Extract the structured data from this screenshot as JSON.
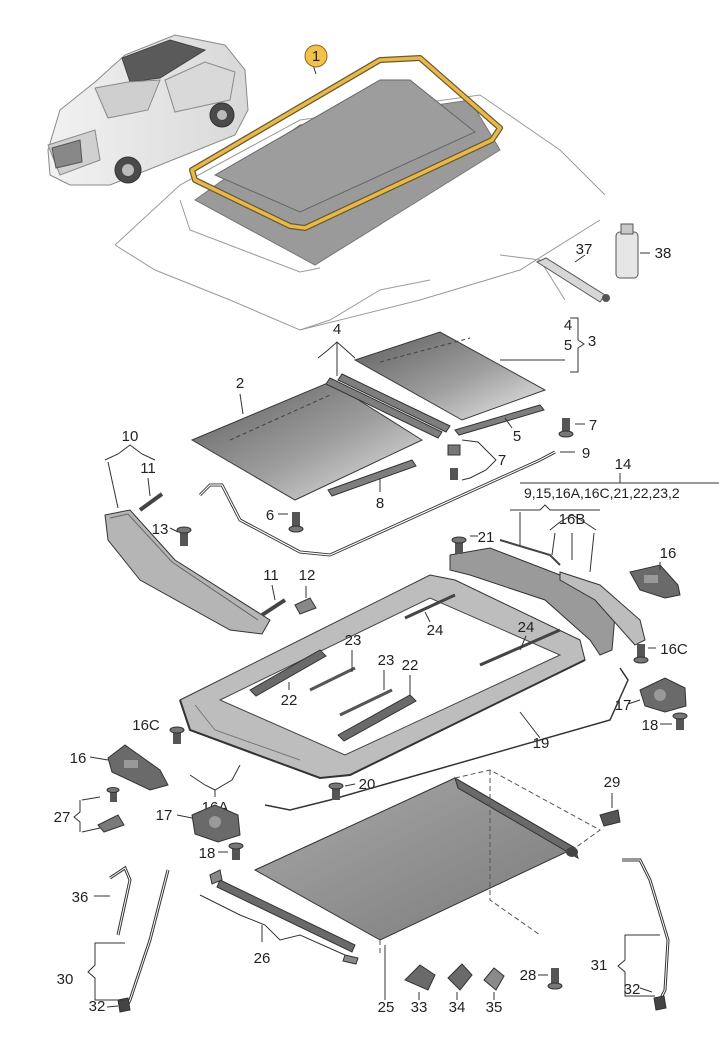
{
  "labels": {
    "l1": "1",
    "l2": "2",
    "l3": "3",
    "l4a": "4",
    "l4b": "4",
    "l5a": "5",
    "l5b": "5",
    "l6": "6",
    "l7a": "7",
    "l7b": "7",
    "l8": "8",
    "l9": "9",
    "l10": "10",
    "l11a": "11",
    "l11b": "11",
    "l12": "12",
    "l13": "13",
    "l14": "14",
    "l14sub": "9,15,16A,16C,21,22,23,2",
    "l16a_top": "16",
    "l16b": "16B",
    "l16c_a": "16C",
    "l16c_b": "16C",
    "l16A": "16A",
    "l16_left": "16",
    "l17a": "17",
    "l17b": "17",
    "l18a": "18",
    "l18b": "18",
    "l19": "19",
    "l20": "20",
    "l21": "21",
    "l22a": "22",
    "l22b": "22",
    "l23a": "23",
    "l23b": "23",
    "l24a": "24",
    "l24b": "24",
    "l25": "25",
    "l26": "26",
    "l27": "27",
    "l28": "28",
    "l29": "29",
    "l30": "30",
    "l31": "31",
    "l32a": "32",
    "l32b": "32",
    "l33": "33",
    "l34": "34",
    "l35": "35",
    "l36": "36",
    "l37": "37",
    "l38": "38"
  },
  "colors": {
    "highlight_seal": "#e8b84a",
    "part_fill": "#8f8f8f",
    "part_dark": "#5a5a5a",
    "glass_light": "#e8e8e8",
    "glass_dark": "#6e6e6e"
  }
}
